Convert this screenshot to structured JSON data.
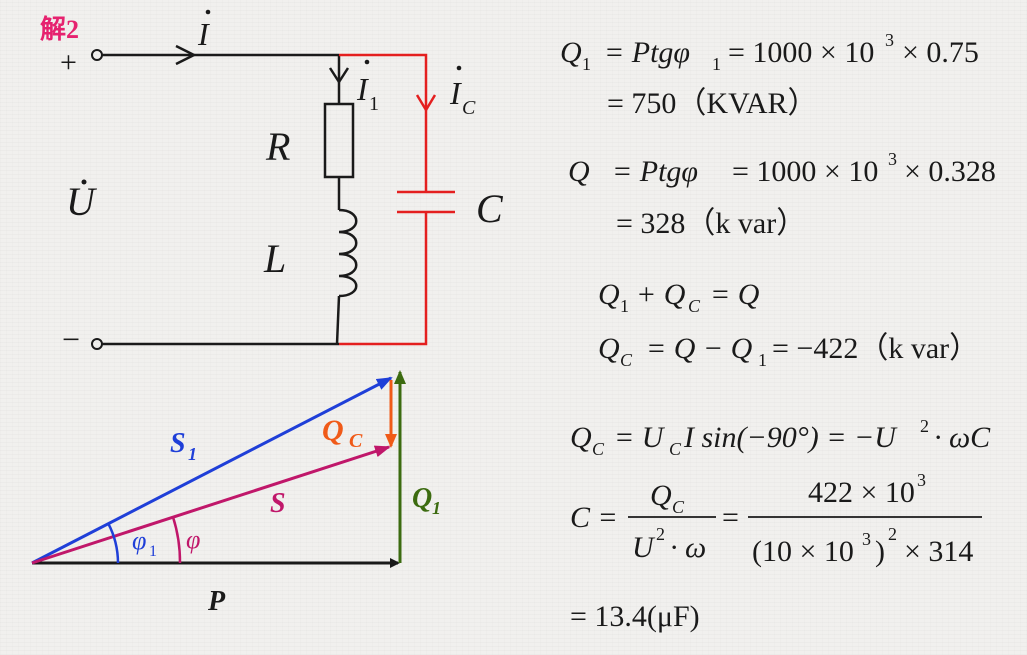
{
  "slide": {
    "solution_label": "解2",
    "colors": {
      "black": "#1a1a1a",
      "red": "#e41f1f",
      "blue": "#1f3fd8",
      "magenta": "#c0176a",
      "orange": "#f05a18",
      "green": "#3c6b10",
      "label_pink": "#e6226f"
    }
  },
  "circuit": {
    "terminal_plus": "+",
    "terminal_minus": "−",
    "current_main": "I",
    "current_branch1": "I",
    "current_branch1_sub": "1",
    "current_cap": "I",
    "current_cap_sub": "C",
    "voltage": "U",
    "resistor": "R",
    "inductor": "L",
    "capacitor": "C"
  },
  "phasor": {
    "S1": "S",
    "S1_sub": "1",
    "S": "S",
    "QC": "Q",
    "QC_sub": "C",
    "Q1": "Q",
    "Q1_sub": "1",
    "P": "P",
    "phi1": "φ",
    "phi1_sub": "1",
    "phi": "φ"
  },
  "equations": {
    "l1_lhs": "Q",
    "l1_lhs_sub": "1",
    "l1_rhs": "= Ptgφ",
    "l1_rhs_sub": "1",
    "l1_calc": "= 1000 × 10",
    "l1_calc_sup": "3",
    "l1_calc_tail": "× 0.75",
    "l2": "= 750（KVAR）",
    "l3_lhs": "Q",
    "l3_rhs": "= Ptgφ",
    "l3_calc": "= 1000 × 10",
    "l3_calc_sup": "3",
    "l3_calc_tail": "× 0.328",
    "l4": "= 328（k var）",
    "l5": "Q",
    "l5_sub1": "1",
    "l5_mid": "+ Q",
    "l5_sub2": "C",
    "l5_tail": "= Q",
    "l6_lhs": "Q",
    "l6_lhs_sub": "C",
    "l6_rhs": "= Q − Q",
    "l6_rhs_sub": "1",
    "l6_tail": "= −422（k var）",
    "l7_lhs": "Q",
    "l7_lhs_sub": "C",
    "l7_rhs": "= U",
    "l7_rhs_sub": "C",
    "l7_mid": "I sin(−90°) = −U",
    "l7_sup": "2",
    "l7_tail": "· ωC",
    "l8_lhs": "C =",
    "l8_num1": "Q",
    "l8_num1_sub": "C",
    "l8_den1": "U",
    "l8_den1_sup": "2",
    "l8_den1_tail": "· ω",
    "l8_eq": "=",
    "l8_num2": "422 × 10",
    "l8_num2_sup": "3",
    "l8_den2": "(10 × 10",
    "l8_den2_sup": "3",
    "l8_den2_close": ")",
    "l8_den2_sup2": "2",
    "l8_den2_tail": "× 314",
    "l9": "= 13.4(μF)"
  }
}
